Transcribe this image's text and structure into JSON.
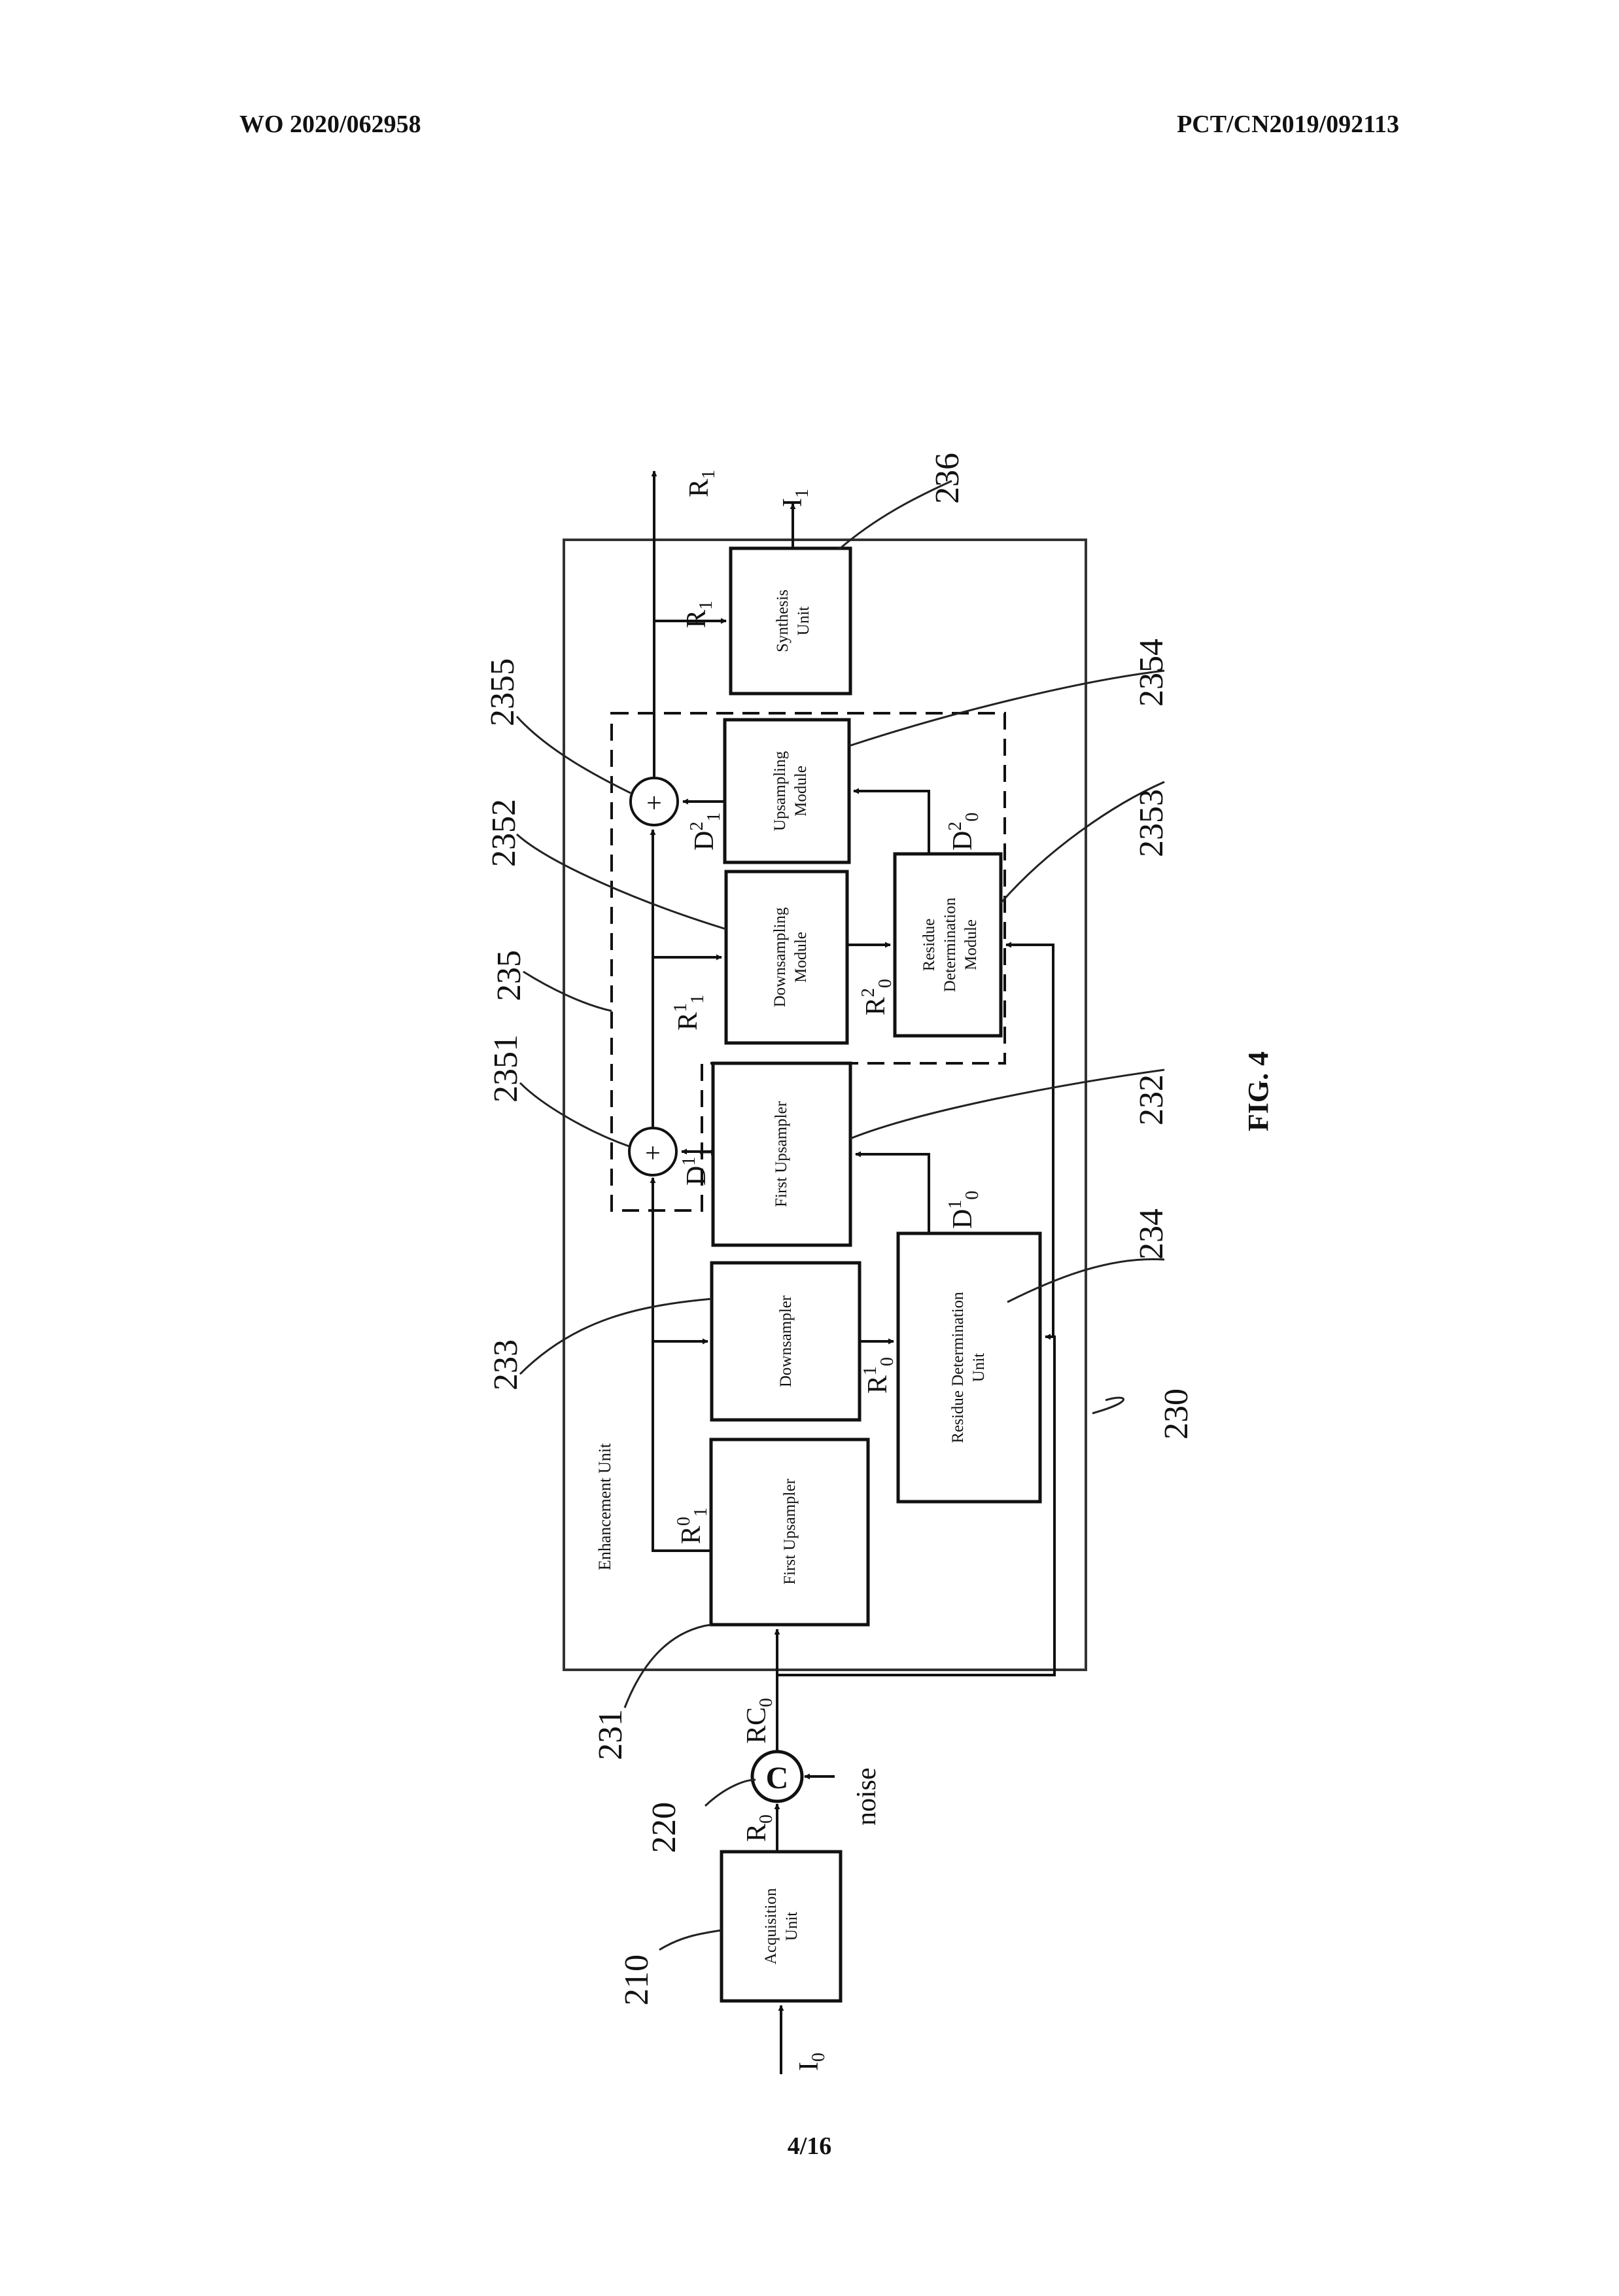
{
  "header": {
    "left": "WO 2020/062958",
    "right": "PCT/CN2019/092113"
  },
  "footer": {
    "page": "4/16"
  },
  "figure": {
    "caption": "FIG. 4",
    "enhancement_label": "Enhancement Unit",
    "blocks": {
      "acquisition": [
        "Acquisition",
        "Unit"
      ],
      "first_upsampler_231": "First Upsampler",
      "downsampler": "Downsampler",
      "residue_det_unit": [
        "Residue Determination",
        "Unit"
      ],
      "first_upsampler_232": "First Upsampler",
      "downsampling_module": [
        "Downsampling",
        "Module"
      ],
      "residue_det_module": [
        "Residue",
        "Determination",
        "Module"
      ],
      "upsampling_module": [
        "Upsampling",
        "Module"
      ],
      "synthesis": [
        "Synthesis",
        "Unit"
      ]
    },
    "combiner": "C",
    "adder": "+",
    "signals": {
      "I0": "I",
      "I0_sub": "0",
      "R0": "R",
      "R0_sub": "0",
      "RC0": "RC",
      "RC0_sub": "0",
      "noise": "noise",
      "R01": "R",
      "R01_sup": "0",
      "R01_sub": "1",
      "R10": "R",
      "R10_sup": "1",
      "R10_sub": "0",
      "D10": "D",
      "D10_sup": "1",
      "D10_sub": "0",
      "D11": "D",
      "D11_sup": "1",
      "D11_sub": "1",
      "R11": "R",
      "R11_sup": "1",
      "R11_sub": "1",
      "R20": "R",
      "R20_sup": "2",
      "R20_sub": "0",
      "D20": "D",
      "D20_sup": "2",
      "D20_sub": "0",
      "D21": "D",
      "D21_sup": "2",
      "D21_sub": "1",
      "R1": "R",
      "R1_sub": "1",
      "I1": "I",
      "I1_sub": "1"
    },
    "refs": {
      "r210": "210",
      "r220": "220",
      "r230": "230",
      "r231": "231",
      "r232": "232",
      "r233": "233",
      "r234": "234",
      "r235": "235",
      "r2351": "2351",
      "r2352": "2352",
      "r2353": "2353",
      "r2354": "2354",
      "r2355": "2355",
      "r236": "236"
    }
  }
}
